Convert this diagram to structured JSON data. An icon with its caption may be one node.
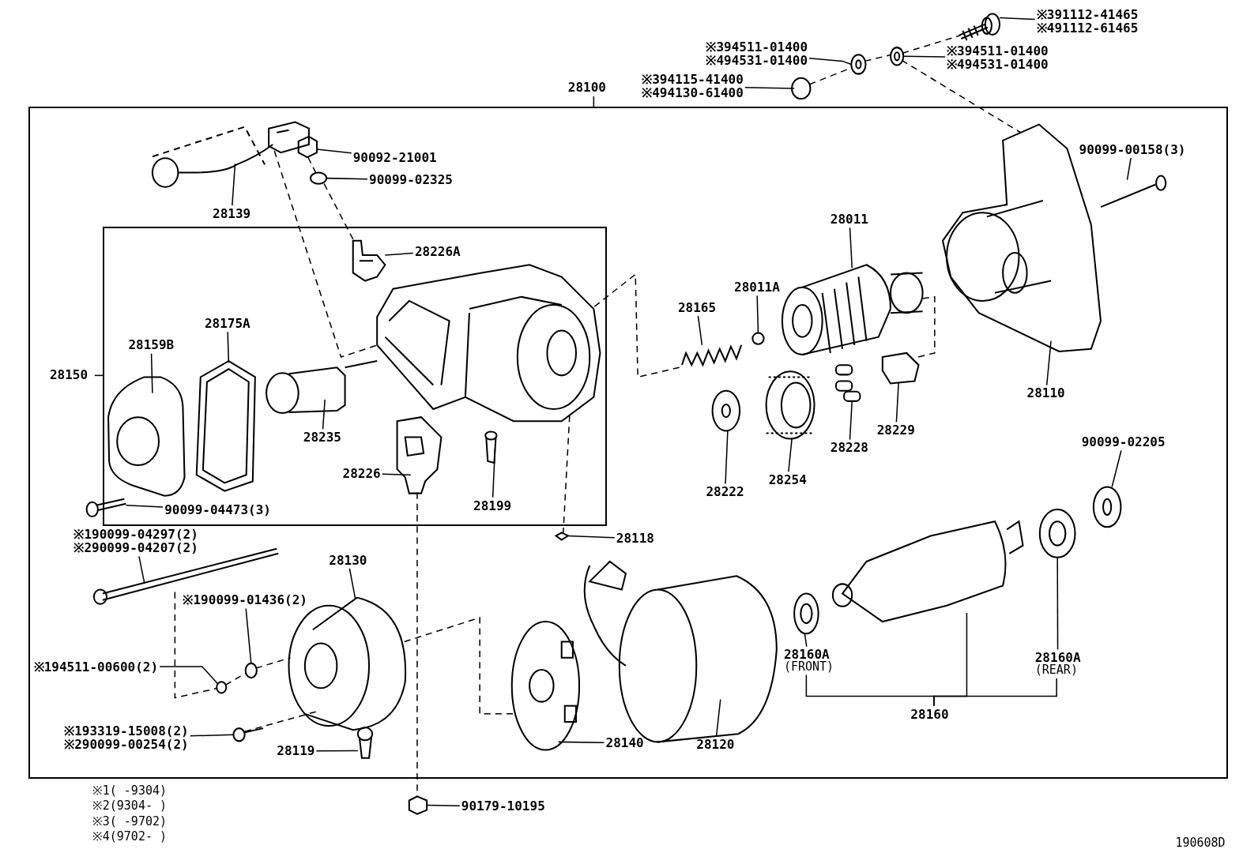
{
  "diagram": {
    "nodes": [
      {
        "text": [
          "28100"
        ]
      },
      {
        "text": [
          "28150"
        ],
        "in": 0
      },
      {
        "text": [
          "※391112-41465",
          "※491112-61465"
        ]
      },
      {
        "text": [
          "※394511-01400",
          "※494531-01400"
        ]
      },
      {
        "text": [
          "※394511-01400",
          "※494531-01400"
        ]
      },
      {
        "text": [
          "※394115-41400",
          "※494130-61400"
        ]
      },
      {
        "text": [
          "90179-10195"
        ]
      },
      {
        "text": [
          "28139"
        ],
        "in": 0
      },
      {
        "text": [
          "90092-21001"
        ],
        "in": 0
      },
      {
        "text": [
          "90099-02325"
        ],
        "in": 0
      },
      {
        "text": [
          "28011"
        ],
        "in": 0
      },
      {
        "text": [
          "28011A"
        ],
        "in": 0
      },
      {
        "text": [
          "28165"
        ],
        "in": 0
      },
      {
        "text": [
          "90099-00158(3)"
        ],
        "in": 0
      },
      {
        "text": [
          "28110"
        ],
        "in": 0
      },
      {
        "text": [
          "28222"
        ],
        "in": 0
      },
      {
        "text": [
          "28254"
        ],
        "in": 0
      },
      {
        "text": [
          "28228"
        ],
        "in": 0
      },
      {
        "text": [
          "28229"
        ],
        "in": 0
      },
      {
        "text": [
          "90099-02205"
        ],
        "in": 0
      },
      {
        "text": [
          "28118"
        ],
        "in": 0
      },
      {
        "text": [
          "※190099-04297(2)",
          "※290099-04207(2)"
        ],
        "in": 0
      },
      {
        "text": [
          "28130"
        ],
        "in": 0
      },
      {
        "text": [
          "※190099-01436(2)"
        ],
        "in": 0
      },
      {
        "text": [
          "※194511-00600(2)"
        ],
        "in": 0
      },
      {
        "text": [
          "※193319-15008(2)",
          "※290099-00254(2)"
        ],
        "in": 0
      },
      {
        "text": [
          "28119"
        ],
        "in": 0
      },
      {
        "text": [
          "28140"
        ],
        "in": 0
      },
      {
        "text": [
          "28120"
        ],
        "in": 0
      },
      {
        "text": [
          "28160A",
          "(FRONT)"
        ],
        "in": 0
      },
      {
        "text": [
          "28160A",
          "(REAR)"
        ],
        "in": 0
      },
      {
        "text": [
          "28160"
        ],
        "in": 0
      },
      {
        "text": [
          "28226A"
        ],
        "in": 1
      },
      {
        "text": [
          "28175A"
        ],
        "in": 1
      },
      {
        "text": [
          "28159B"
        ],
        "in": 1
      },
      {
        "text": [
          "28235"
        ],
        "in": 1
      },
      {
        "text": [
          "28226"
        ],
        "in": 1
      },
      {
        "text": [
          "28199"
        ],
        "in": 1
      },
      {
        "text": [
          "90099-04473(3)"
        ],
        "in": 1
      },
      {
        "text": [],
        "shape": "picture"
      },
      {
        "text": [],
        "shape": "picture"
      },
      {
        "text": [],
        "shape": "picture"
      },
      {
        "text": [],
        "shape": "circle"
      },
      {
        "text": [],
        "shape": "picture"
      },
      {
        "text": [],
        "shape": "picture",
        "in": 0
      },
      {
        "text": [],
        "shape": "picture",
        "in": 0
      },
      {
        "text": [],
        "shape": "circle",
        "in": 0
      },
      {
        "text": [],
        "shape": "picture",
        "in": 0
      },
      {
        "text": [],
        "shape": "circle",
        "in": 0
      },
      {
        "text": [],
        "shape": "picture",
        "in": 0
      },
      {
        "text": [],
        "shape": "picture",
        "in": 0
      },
      {
        "text": [],
        "shape": "picture",
        "in": 0
      },
      {
        "text": [],
        "shape": "picture",
        "in": 0
      },
      {
        "text": [],
        "shape": "picture",
        "in": 0
      },
      {
        "text": [],
        "shape": "picture",
        "in": 0
      },
      {
        "text": [],
        "shape": "picture",
        "in": 0
      },
      {
        "text": [],
        "shape": "picture",
        "in": 0
      },
      {
        "text": [],
        "shape": "picture",
        "in": 0
      },
      {
        "text": [],
        "shape": "picture",
        "in": 0
      },
      {
        "text": [],
        "shape": "picture",
        "in": 0
      },
      {
        "text": [],
        "shape": "circle",
        "in": 0
      },
      {
        "text": [],
        "shape": "circle",
        "in": 0
      },
      {
        "text": [],
        "shape": "picture",
        "in": 0
      },
      {
        "text": [],
        "shape": "picture",
        "in": 0
      },
      {
        "text": [],
        "shape": "picture",
        "in": 0
      },
      {
        "text": [],
        "shape": "picture",
        "in": 0
      },
      {
        "text": [],
        "shape": "picture",
        "in": 0
      },
      {
        "text": [],
        "shape": "picture",
        "in": 0
      },
      {
        "text": [],
        "shape": "picture",
        "in": 0
      },
      {
        "text": [],
        "shape": "picture",
        "in": 1
      },
      {
        "text": [],
        "shape": "picture",
        "in": 1
      },
      {
        "text": [],
        "shape": "picture",
        "in": 1
      },
      {
        "text": [],
        "shape": "picture",
        "in": 1
      },
      {
        "text": [],
        "shape": "picture",
        "in": 1
      },
      {
        "text": [],
        "shape": "picture",
        "in": 1
      },
      {
        "text": [],
        "shape": "picture",
        "in": 1
      },
      {
        "text": [],
        "shape": "picture",
        "in": 1
      }
    ],
    "edges": [
      {
        "from": 2,
        "to": 39,
        "arrow": "none"
      },
      {
        "from": 3,
        "to": 40,
        "arrow": "none"
      },
      {
        "from": 4,
        "to": 41,
        "arrow": "none"
      },
      {
        "from": 5,
        "to": 42,
        "arrow": "none"
      },
      {
        "from": 6,
        "to": 43,
        "arrow": "none"
      },
      {
        "from": 7,
        "to": 44,
        "arrow": "none"
      },
      {
        "from": 8,
        "to": 45,
        "arrow": "none"
      },
      {
        "from": 9,
        "to": 46,
        "arrow": "none"
      },
      {
        "from": 10,
        "to": 47,
        "arrow": "none"
      },
      {
        "from": 11,
        "to": 48,
        "arrow": "none"
      },
      {
        "from": 12,
        "to": 49,
        "arrow": "none"
      },
      {
        "from": 13,
        "to": 50,
        "arrow": "none"
      },
      {
        "from": 14,
        "to": 51,
        "arrow": "none"
      },
      {
        "from": 15,
        "to": 52,
        "arrow": "none"
      },
      {
        "from": 16,
        "to": 53,
        "arrow": "none"
      },
      {
        "from": 17,
        "to": 54,
        "arrow": "none"
      },
      {
        "from": 18,
        "to": 55,
        "arrow": "none"
      },
      {
        "from": 19,
        "to": 56,
        "arrow": "none"
      },
      {
        "from": 20,
        "to": 57,
        "arrow": "none"
      },
      {
        "from": 21,
        "to": 58,
        "arrow": "none"
      },
      {
        "from": 22,
        "to": 59,
        "arrow": "none"
      },
      {
        "from": 23,
        "to": 60,
        "arrow": "none"
      },
      {
        "from": 24,
        "to": 61,
        "arrow": "none"
      },
      {
        "from": 25,
        "to": 62,
        "arrow": "none"
      },
      {
        "from": 26,
        "to": 63,
        "arrow": "none"
      },
      {
        "from": 27,
        "to": 64,
        "arrow": "none"
      },
      {
        "from": 28,
        "to": 65,
        "arrow": "none"
      },
      {
        "from": 29,
        "to": 66,
        "arrow": "none"
      },
      {
        "from": 30,
        "to": 67,
        "arrow": "none"
      },
      {
        "from": 31,
        "to": 29,
        "arrow": "none"
      },
      {
        "from": 31,
        "to": 68,
        "arrow": "none"
      },
      {
        "from": 31,
        "to": 30,
        "arrow": "none"
      },
      {
        "from": 32,
        "to": 69,
        "arrow": "none"
      },
      {
        "from": 33,
        "to": 70,
        "arrow": "none"
      },
      {
        "from": 34,
        "to": 71,
        "arrow": "none"
      },
      {
        "from": 35,
        "to": 72,
        "arrow": "none"
      },
      {
        "from": 36,
        "to": 73,
        "arrow": "none"
      },
      {
        "from": 37,
        "to": 74,
        "arrow": "none"
      },
      {
        "from": 38,
        "to": 75,
        "arrow": "none"
      },
      {
        "from": 42,
        "to": 41,
        "arrow": "none",
        "style": "dashed"
      },
      {
        "from": 41,
        "to": 40,
        "arrow": "none",
        "style": "dashed"
      },
      {
        "from": 40,
        "to": 39,
        "arrow": "none",
        "style": "dashed"
      },
      {
        "from": 40,
        "to": 51,
        "arrow": "none",
        "style": "dashed"
      },
      {
        "from": 44,
        "to": 76,
        "arrow": "none",
        "style": "dashed"
      },
      {
        "from": 45,
        "to": 46,
        "arrow": "none",
        "style": "dashed"
      },
      {
        "from": 46,
        "to": 69,
        "arrow": "none",
        "style": "dashed"
      },
      {
        "from": 76,
        "to": 49,
        "arrow": "none",
        "style": "dashed"
      },
      {
        "from": 73,
        "to": 43,
        "arrow": "none",
        "style": "dashed"
      },
      {
        "from": 76,
        "to": 57,
        "arrow": "none",
        "style": "dashed"
      },
      {
        "from": 47,
        "to": 55,
        "arrow": "none",
        "style": "dashed"
      },
      {
        "from": 58,
        "to": 61,
        "arrow": "none",
        "style": "dashed"
      },
      {
        "from": 61,
        "to": 60,
        "arrow": "none",
        "style": "dashed"
      },
      {
        "from": 60,
        "to": 59,
        "arrow": "none",
        "style": "dashed"
      },
      {
        "from": 62,
        "to": 59,
        "arrow": "none",
        "style": "dashed"
      },
      {
        "from": 59,
        "to": 64,
        "arrow": "none",
        "style": "dashed"
      }
    ],
    "labels": [
      "※1( -9304)",
      "※2(9304- )",
      "※3( -9702)",
      "※4(9702- )",
      "190608D"
    ]
  }
}
